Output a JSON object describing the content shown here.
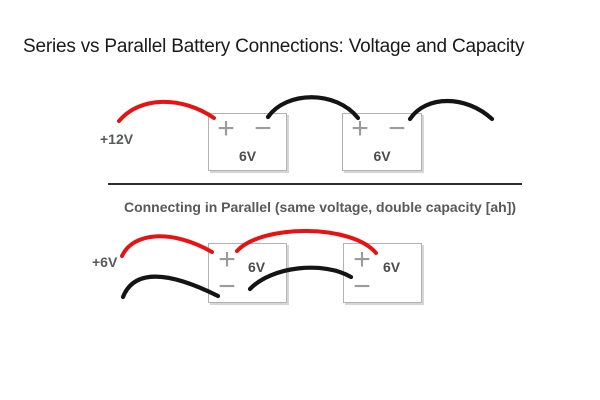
{
  "title": "Series vs Parallel Battery Connections: Voltage and Capacity",
  "series_section": {
    "terminal_label": "+12V",
    "batteries": [
      {
        "voltage": "6V"
      },
      {
        "voltage": "6V"
      }
    ]
  },
  "parallel_section": {
    "heading": "Connecting in Parallel (same voltage, double capacity [ah])",
    "terminal_label": "+6V",
    "batteries": [
      {
        "voltage": "6V"
      },
      {
        "voltage": "6V"
      }
    ]
  },
  "symbols": {
    "plus": "+",
    "minus": "−"
  },
  "colors": {
    "positive_wire": "#e81212",
    "negative_wire": "#141414",
    "battery_border": "#b2b2b2",
    "terminal_symbol": "#9b9b9b",
    "voltage_text": "#4c4c4c",
    "label_text": "#58595b",
    "divider": "#2e2e2e"
  }
}
